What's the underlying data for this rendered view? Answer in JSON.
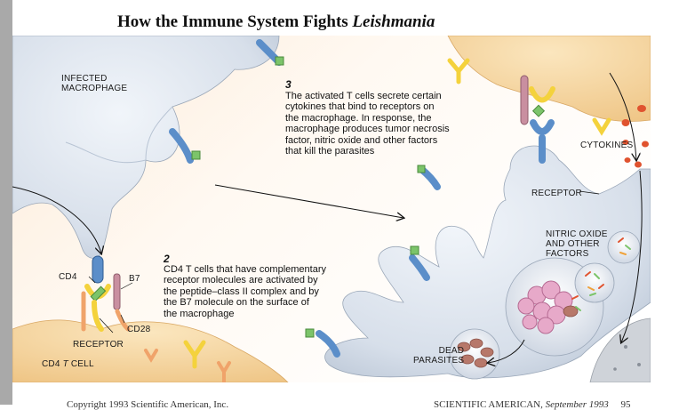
{
  "title": {
    "prefix": "How the Immune System Fights ",
    "italic": "Leishmania"
  },
  "labels": {
    "infected_macrophage_line1": "INFECTED",
    "infected_macrophage_line2": "MACROPHAGE",
    "cd4": "CD4",
    "b7": "B7",
    "cd28": "CD28",
    "receptor_left": "RECEPTOR",
    "cd4_t_cell_prefix": "CD4 ",
    "cd4_t_cell_italic": "T",
    "cd4_t_cell_suffix": " CELL",
    "cytokines": "CYTOKINES",
    "receptor_right": "RECEPTOR",
    "nitric_line1": "NITRIC OXIDE",
    "nitric_line2": "AND OTHER",
    "nitric_line3": "FACTORS",
    "dead_line1": "DEAD",
    "dead_line2": "PARASITES"
  },
  "steps": [
    {
      "number": "3",
      "lines": [
        "The activated T cells secrete certain",
        "cytokines that bind to receptors on",
        "the macrophage. In response, the",
        "macrophage produces tumor necrosis",
        "factor, nitric oxide and other factors",
        "that kill the parasites"
      ]
    },
    {
      "number": "2",
      "lines": [
        "CD4 T cells that have complementary",
        "receptor molecules are activated by",
        "the peptide–class II complex and by",
        "the B7 molecule on the surface of",
        "the macrophage"
      ]
    }
  ],
  "footer": {
    "copyright": "Copyright 1993 Scientific American, Inc.",
    "magazine": "SCIENTIFIC AMERICAN",
    "issue": "September 1993",
    "page": "95"
  },
  "colors": {
    "background_gradient": "#fde4cf",
    "macrophage": "#d9e1ec",
    "t_cell": "#f6d9a6",
    "receptor_blue": "#5b8ec9",
    "antigen_green": "#7cc46a",
    "class_ii_yellow": "#f4d23c",
    "b7_pink": "#c98fa0",
    "cytokine_red": "#e0532f",
    "vacuole_pink": "#e7a9c9",
    "dead_parasite": "#b7786a"
  }
}
